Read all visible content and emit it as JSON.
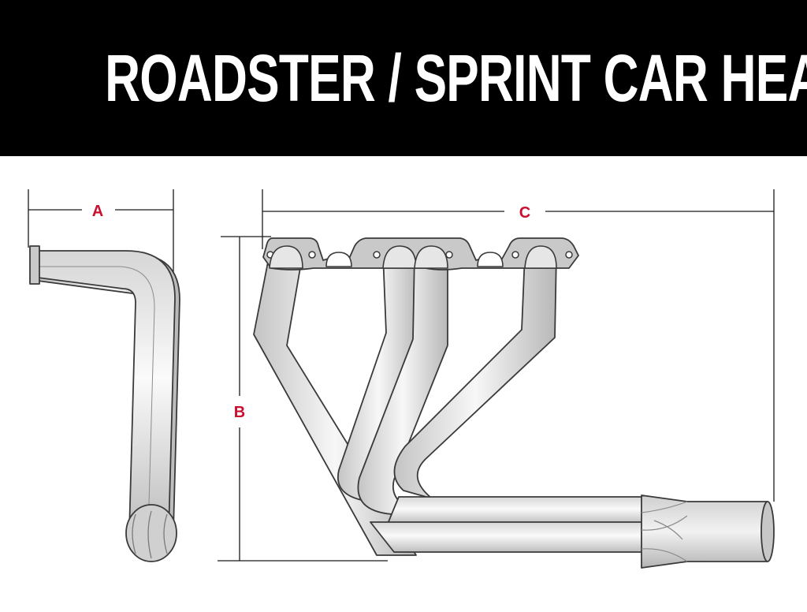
{
  "title": "ROADSTER / SPRINT CAR HEADERS",
  "colors": {
    "banner": "#000000",
    "title_text": "#ffffff",
    "dimension_label": "#c8102e",
    "outline": "#3a3a3a",
    "tube_light": "#f4f4f4",
    "tube_mid": "#cfcfcf",
    "flange": "#c9c9c9"
  },
  "dimensions": {
    "a": "A",
    "b": "B",
    "c": "C"
  },
  "views": {
    "side": "side-view-header",
    "top": "top-view-header"
  }
}
